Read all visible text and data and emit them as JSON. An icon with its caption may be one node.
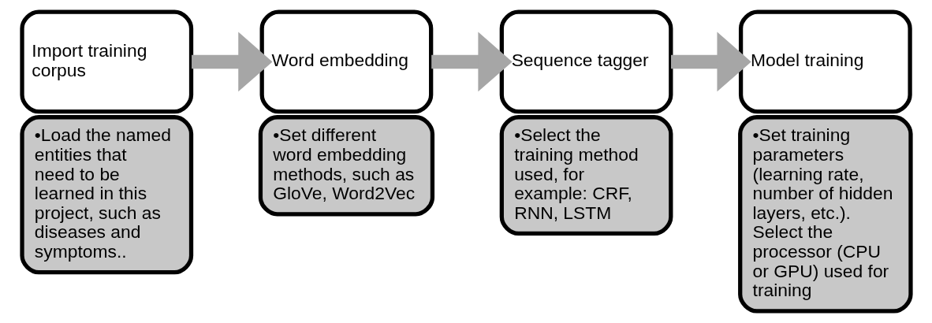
{
  "diagram": {
    "nodes": [
      {
        "text": [
          "Import training corpus"
        ]
      },
      {
        "text": [
          "•Load the named entities that need to be learned in this project, such as diseases and symptoms.."
        ]
      },
      {
        "text": [
          "Word embedding"
        ]
      },
      {
        "text": [
          "•Set different word embedding methods, such as GloVe, Word2Vec"
        ]
      },
      {
        "text": [
          "Sequence tagger"
        ]
      },
      {
        "text": [
          "•Select the training method used, for example: CRF, RNN, LSTM"
        ]
      },
      {
        "text": [
          "Model training"
        ]
      },
      {
        "text": [
          "•Set training parameters (learning rate, number of hidden layers, etc.). Select the processor (CPU or GPU) used for training"
        ]
      }
    ],
    "edges": [
      {
        "from": 0,
        "to": 2,
        "arrow": "to"
      },
      {
        "from": 2,
        "to": 4,
        "arrow": "to"
      },
      {
        "from": 4,
        "to": 6,
        "arrow": "to"
      }
    ]
  }
}
